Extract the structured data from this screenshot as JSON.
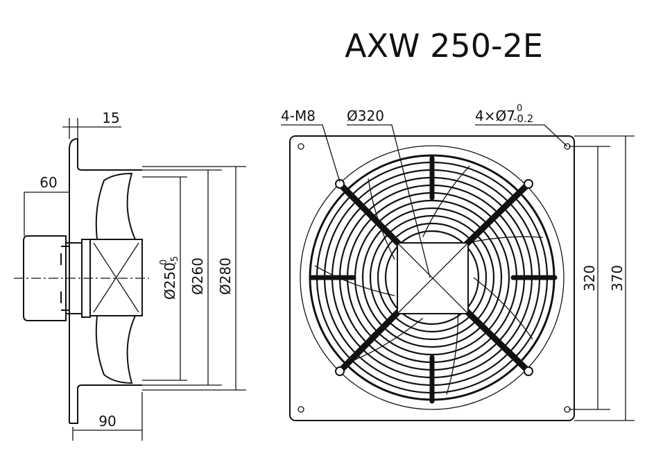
{
  "title": "AXW 250-2E",
  "side_view": {
    "dim_flange": "15",
    "dim_motor": "60",
    "dim_depth": "90",
    "dim_d250": "Ø250",
    "dim_d250_tol_upper": "0",
    "dim_d250_tol_lower": "-5",
    "dim_d260": "Ø260",
    "dim_d280": "Ø280"
  },
  "front_view": {
    "label_thread": "4-M8",
    "label_d320": "Ø320",
    "label_holes": "4×Ø7",
    "label_holes_tol_upper": "0",
    "label_holes_tol_lower": "-0.2",
    "dim_inner": "320",
    "dim_outer": "370"
  }
}
